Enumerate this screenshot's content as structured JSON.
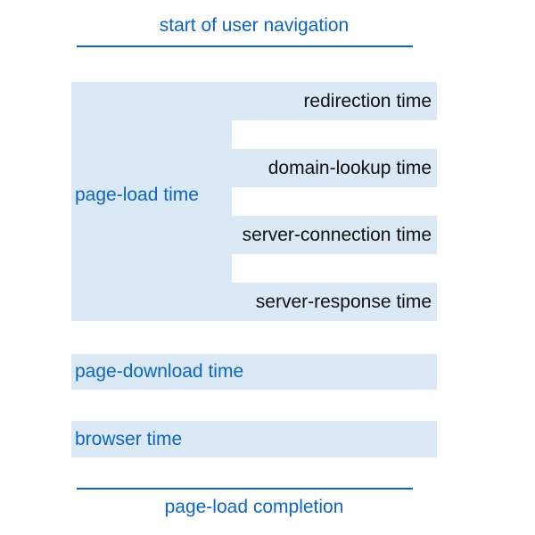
{
  "colors": {
    "accent_blue": "#0c65c3",
    "light_blue": "#dbe8f6",
    "label_black": "#111111"
  },
  "header": {
    "title": "start of user navigation"
  },
  "footer": {
    "title": "page-load completion"
  },
  "diagram": {
    "page_load_box": {
      "label": "page-load time",
      "phases": [
        "redirection time",
        "domain-lookup time",
        "server-connection time",
        "server-response time"
      ]
    },
    "bars": [
      {
        "label": "page-download time"
      },
      {
        "label": "browser time"
      }
    ]
  }
}
